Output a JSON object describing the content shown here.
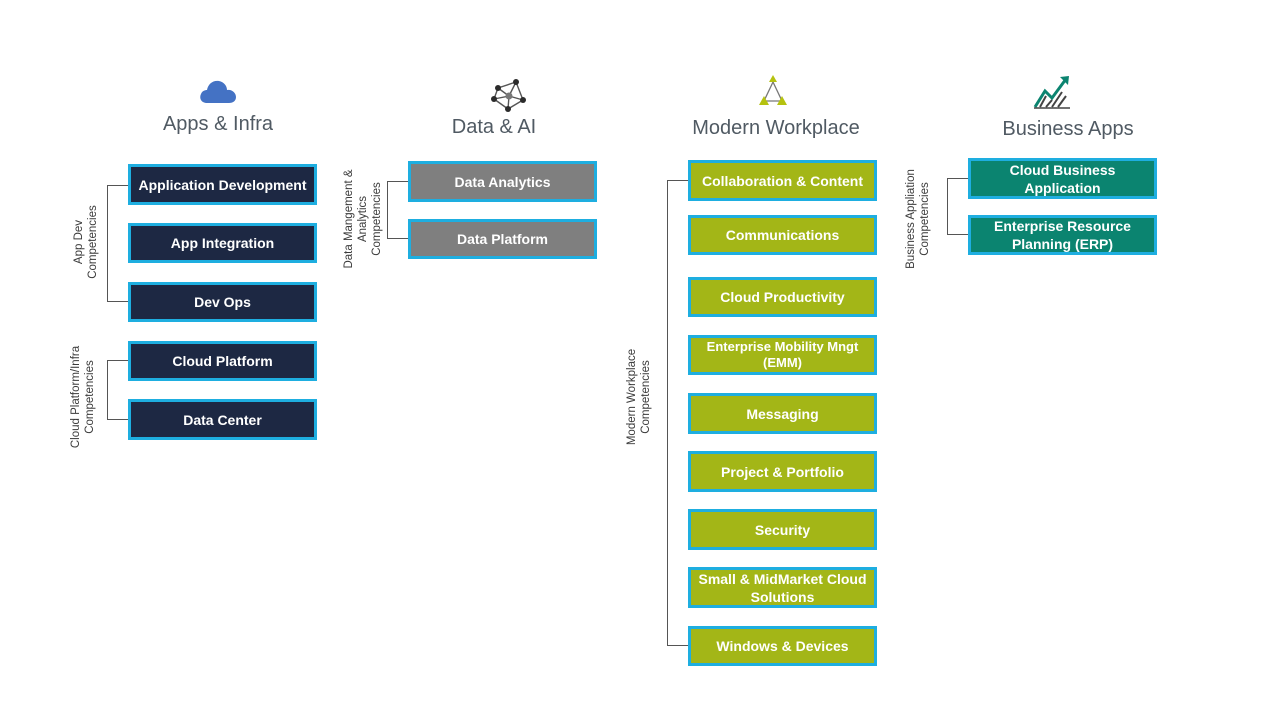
{
  "columns": [
    {
      "title": "Apps & Infra",
      "icon": "cloud-icon",
      "icon_color": "#4472c4"
    },
    {
      "title": "Data & AI",
      "icon": "network-icon"
    },
    {
      "title": "Modern Workplace",
      "icon": "triangle-nodes-icon",
      "icon_color": "#b5c20f"
    },
    {
      "title": "Business Apps",
      "icon": "growth-chart-icon",
      "icon_color": "#0b8470"
    }
  ],
  "groups": {
    "app_dev": {
      "label": "App Dev\nCompetencies",
      "items": [
        "Application Development",
        "App Integration",
        "Dev Ops"
      ]
    },
    "cloud_platform": {
      "label": "Cloud Platform/Infra\nCompetencies",
      "items": [
        "Cloud Platform",
        "Data Center"
      ]
    },
    "data": {
      "label": "Data Mangement &\nAnalytics\nCompetencies",
      "items": [
        "Data Analytics",
        "Data Platform"
      ]
    },
    "modern_workplace": {
      "label": "Modern Workplace\nCompetencies",
      "items": [
        "Collaboration & Content",
        "Communications",
        "Cloud Productivity",
        "Enterprise Mobility Mngt (EMM)",
        "Messaging",
        "Project & Portfolio",
        "Security",
        "Small & MidMarket Cloud Solutions",
        "Windows & Devices"
      ]
    },
    "business_apps": {
      "label": "Business Appliation\nCompetencies",
      "items": [
        "Cloud Business Application",
        "Enterprise Resource Planning (ERP)"
      ]
    }
  },
  "colors": {
    "apps_infra_box": "#1d2843",
    "data_box": "#7f7f7f",
    "modern_workplace_box": "#a3b617",
    "business_apps_box": "#0b8470",
    "box_border": "#1eaee0"
  }
}
